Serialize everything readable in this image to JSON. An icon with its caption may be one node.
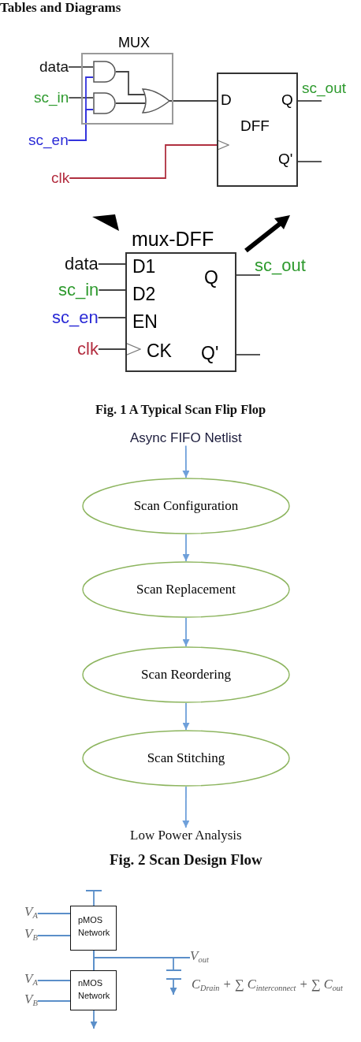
{
  "diagram": {
    "title": "Tables and Diagrams",
    "nodes": [
      {
        "text": [
          "MUX"
        ]
      },
      {
        "text": [],
        "shape": "gate",
        "in": 0
      },
      {
        "text": [],
        "shape": "gate",
        "in": 0
      },
      {
        "text": [],
        "shape": "gate",
        "in": 0
      },
      {
        "text": [
          "data"
        ]
      },
      {
        "text": [
          "sc_in"
        ]
      },
      {
        "text": [
          "sc_en"
        ]
      },
      {
        "text": [
          "clk"
        ]
      },
      {
        "text": [
          "D",
          "Q",
          "DFF",
          "Q'"
        ]
      },
      {
        "text": [
          "sc_out"
        ]
      },
      {
        "text": [
          "mux-DFF",
          "D1",
          "Q",
          "D2",
          "EN",
          "CK",
          "Q'"
        ]
      },
      {
        "text": [
          "data"
        ]
      },
      {
        "text": [
          "sc_in"
        ]
      },
      {
        "text": [
          "sc_en"
        ]
      },
      {
        "text": [
          "clk"
        ]
      },
      {
        "text": [
          "sc_out"
        ]
      },
      {
        "text": [
          "Async FIFO Netlist"
        ]
      },
      {
        "text": [
          "Scan Configuration"
        ]
      },
      {
        "text": [
          "Scan Replacement"
        ]
      },
      {
        "text": [
          "Scan Reordering"
        ]
      },
      {
        "text": [
          "Scan Stitching"
        ]
      },
      {
        "text": [
          "Low Power Analysis"
        ]
      },
      {
        "text": [
          "pMOS Network"
        ]
      },
      {
        "text": [
          "V$_{A}$"
        ]
      },
      {
        "text": [
          "V$_{B}$"
        ]
      },
      {
        "text": [
          "V$_{out}$"
        ]
      },
      {
        "text": [
          "nMOS Network"
        ]
      },
      {
        "text": [
          "V$_{A}$"
        ]
      },
      {
        "text": [
          "V$_{B}$"
        ]
      },
      {
        "text": [],
        "shape": "capacitor",
        "beside": [
          "C$_{Drain}$ + ∑ C$_{interconnect}$ + ∑ C$_{out}$"
        ]
      }
    ],
    "edges": [
      {
        "from": 4,
        "to": 1,
        "arrow": "none"
      },
      {
        "from": 5,
        "to": 2,
        "arrow": "none"
      },
      {
        "from": 6,
        "to": 1,
        "arrow": "none",
        "color": "#3333dd"
      },
      {
        "from": 6,
        "to": 2,
        "arrow": "none",
        "color": "#3333dd"
      },
      {
        "from": 1,
        "to": 3,
        "arrow": "none"
      },
      {
        "from": 2,
        "to": 3,
        "arrow": "none"
      },
      {
        "from": 3,
        "to": 8,
        "arrow": "none"
      },
      {
        "from": 7,
        "to": 8,
        "arrow": "to",
        "color": "#b03040"
      },
      {
        "from": 8,
        "to": 9,
        "arrow": "none"
      },
      {
        "from": 8,
        "to": null,
        "arrow": "none"
      },
      {
        "from": 11,
        "to": 10,
        "arrow": "none"
      },
      {
        "from": 12,
        "to": 10,
        "arrow": "none"
      },
      {
        "from": 13,
        "to": 10,
        "arrow": "none"
      },
      {
        "from": 14,
        "to": 10,
        "arrow": "to"
      },
      {
        "from": 10,
        "to": 15,
        "arrow": "none"
      },
      {
        "from": 10,
        "to": null,
        "arrow": "none"
      },
      {
        "from": 16,
        "to": 17,
        "arrow": "to",
        "color": "#6fa0da"
      },
      {
        "from": 17,
        "to": 18,
        "arrow": "to",
        "color": "#6fa0da"
      },
      {
        "from": 18,
        "to": 19,
        "arrow": "to",
        "color": "#6fa0da"
      },
      {
        "from": 19,
        "to": 20,
        "arrow": "to",
        "color": "#6fa0da"
      },
      {
        "from": 20,
        "to": 21,
        "arrow": "to",
        "color": "#6fa0da"
      },
      {
        "from": 23,
        "to": 22,
        "arrow": "none",
        "color": "#5b8fc9"
      },
      {
        "from": 24,
        "to": 22,
        "arrow": "none",
        "color": "#5b8fc9"
      },
      {
        "from": 22,
        "to": null,
        "arrow": "other",
        "color": "#5b8fc9"
      },
      {
        "from": 22,
        "to": 26,
        "arrow": "none",
        "color": "#5b8fc9"
      },
      {
        "from": 22,
        "to": 25,
        "arrow": "none",
        "color": "#5b8fc9"
      },
      {
        "from": 26,
        "to": 25,
        "arrow": "none",
        "color": "#5b8fc9"
      },
      {
        "from": 29,
        "to": 25,
        "arrow": "none",
        "color": "#5b8fc9"
      },
      {
        "from": 27,
        "to": 26,
        "arrow": "none",
        "color": "#5b8fc9"
      },
      {
        "from": 28,
        "to": 26,
        "arrow": "none",
        "color": "#5b8fc9"
      },
      {
        "from": 26,
        "to": null,
        "arrow": "to",
        "color": "#5b8fc9"
      },
      {
        "from": 29,
        "to": null,
        "arrow": "to",
        "color": "#5b8fc9"
      }
    ],
    "labels": [
      "Fig. 1 A Typical Scan Flip Flop",
      "Fig. 2 Scan Design Flow"
    ]
  }
}
